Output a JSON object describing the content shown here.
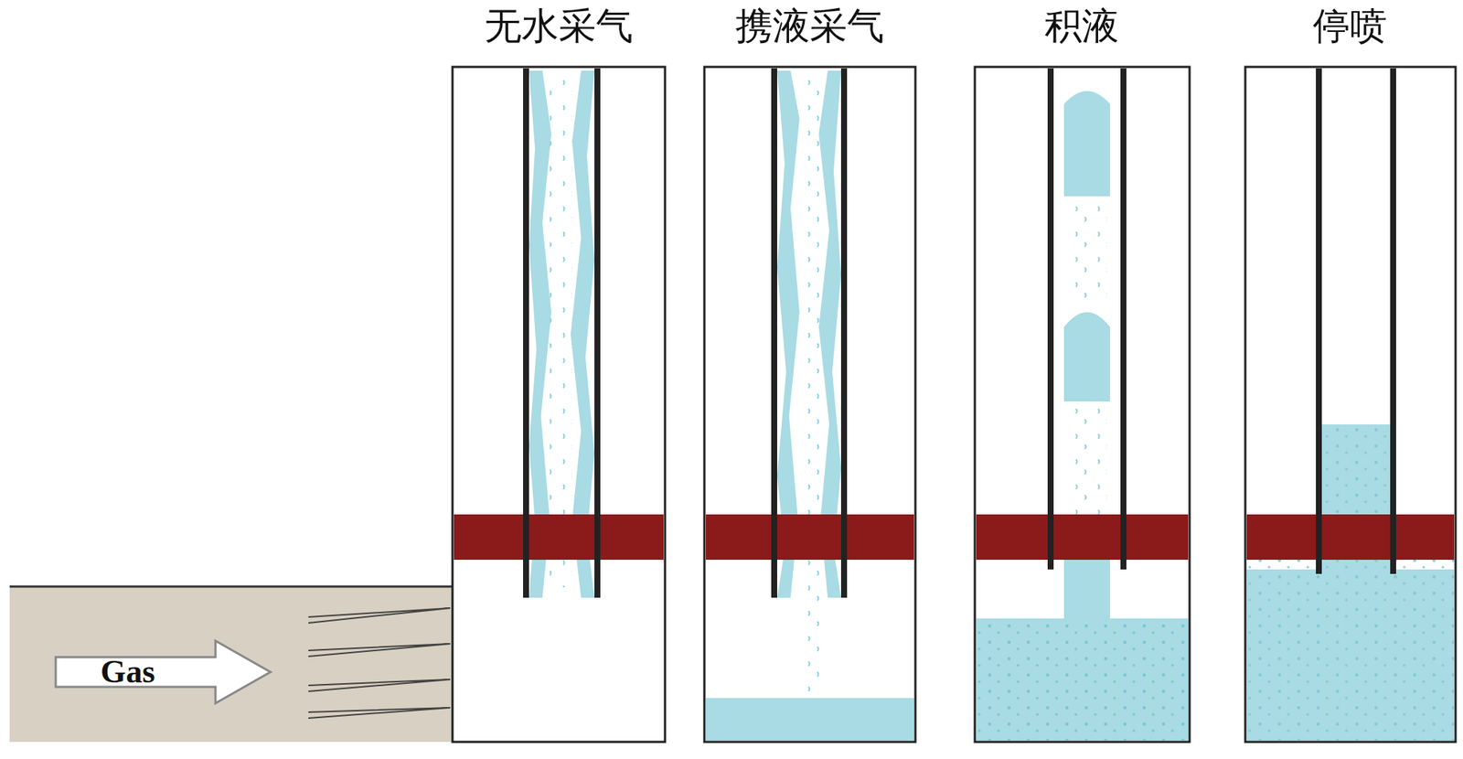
{
  "diagram": {
    "labels": [
      "无水采气",
      "携液采气",
      "积液",
      "停喷",
      "Gas"
    ]
  }
}
